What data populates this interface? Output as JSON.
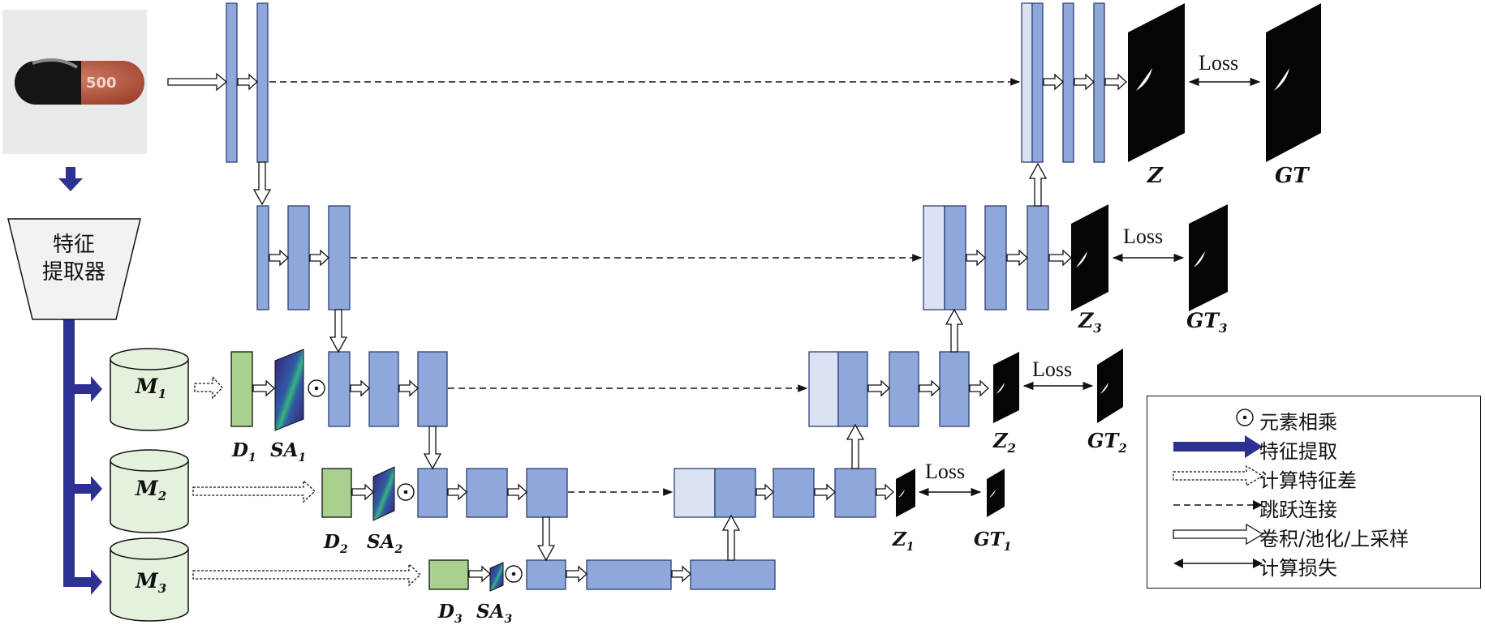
{
  "capsule": {
    "print": "500"
  },
  "extractor": {
    "line1": "特征",
    "line2": "提取器"
  },
  "memory": [
    {
      "base": "M",
      "sub": "1"
    },
    {
      "base": "M",
      "sub": "2"
    },
    {
      "base": "M",
      "sub": "3"
    }
  ],
  "difference": [
    {
      "base": "D",
      "sub": "1"
    },
    {
      "base": "D",
      "sub": "2"
    },
    {
      "base": "D",
      "sub": "3"
    }
  ],
  "attention": [
    {
      "base": "SA",
      "sub": "1"
    },
    {
      "base": "SA",
      "sub": "2"
    },
    {
      "base": "SA",
      "sub": "3"
    }
  ],
  "hadamard_symbol": "⊙",
  "outputs": [
    {
      "pred": "Z",
      "pred_sub": "",
      "gt": "GT",
      "gt_sub": "",
      "loss": "Loss"
    },
    {
      "pred": "Z",
      "pred_sub": "3",
      "gt": "GT",
      "gt_sub": "3",
      "loss": "Loss"
    },
    {
      "pred": "Z",
      "pred_sub": "2",
      "gt": "GT",
      "gt_sub": "2",
      "loss": "Loss"
    },
    {
      "pred": "Z",
      "pred_sub": "1",
      "gt": "GT",
      "gt_sub": "1",
      "loss": "Loss"
    }
  ],
  "legend": [
    {
      "icon": "hadamard-product-icon",
      "label": "元素相乘"
    },
    {
      "icon": "solid-blue-arrow-icon",
      "label": "特征提取"
    },
    {
      "icon": "dotted-arrow-icon",
      "label": "计算特征差"
    },
    {
      "icon": "dashed-arrow-icon",
      "label": "跳跃连接"
    },
    {
      "icon": "hollow-arrow-icon",
      "label": "卷积/池化/上采样"
    },
    {
      "icon": "double-arrow-icon",
      "label": "计算损失"
    }
  ],
  "colors": {
    "block": "#8fa8dc",
    "block_light": "#dbe2f3",
    "block_stroke": "#2d3f70",
    "memory_fill": "#e3f1dd",
    "diff_fill": "#a9d08e",
    "feature_arrow": "#2e3192"
  }
}
